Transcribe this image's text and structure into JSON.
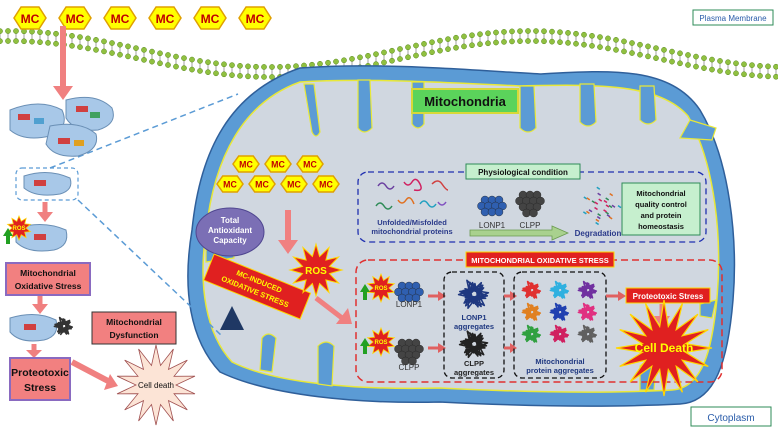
{
  "mc_label": "MC",
  "ros_label": "ROS",
  "plasma_membrane": "Plasma Membrane",
  "cytoplasm": "Cytoplasm",
  "mitochondria": "Mitochondria",
  "left_panel": {
    "oxidative_stress": [
      "Mitochondrial",
      "Oxidative Stress"
    ],
    "dysfunction": [
      "Mitochondrial",
      "Dysfunction"
    ],
    "proteotoxic": [
      "Proteotoxic",
      "Stress"
    ],
    "cell_death": "Cell death"
  },
  "antioxidant": [
    "Total",
    "Antioxidant",
    "Capacity"
  ],
  "mc_induced": [
    "MC-INDUCED",
    "OXIDATIVE STRESS"
  ],
  "physiological": {
    "title": "Physiological condition",
    "unfolded": [
      "Unfolded/Misfolded",
      "mitochondrial proteins"
    ],
    "lonp1": "LONP1",
    "clpp": "CLPP",
    "degradation": "Degradation",
    "quality": [
      "Mitochondrial",
      "quality control",
      "and protein",
      "homeostasis"
    ]
  },
  "stress_panel": {
    "title": "MITOCHONDRIAL OXIDATIVE STRESS",
    "lonp1": "LONP1",
    "clpp": "CLPP",
    "lonp1_agg": [
      "LONP1",
      "aggregates"
    ],
    "clpp_agg": [
      "CLPP",
      "aggregates"
    ],
    "mito_agg": [
      "Mitochondrial",
      "protein aggregates"
    ],
    "proteotoxic": "Proteotoxic Stress",
    "cell_death": "Cell Death"
  },
  "colors": {
    "mito_outer": "#5b9bd5",
    "matrix": "#d0d7e0",
    "label_red": "#f28080",
    "dark_red": "#c00000",
    "yellow": "#ffff00",
    "green_box": "#c6efce"
  }
}
